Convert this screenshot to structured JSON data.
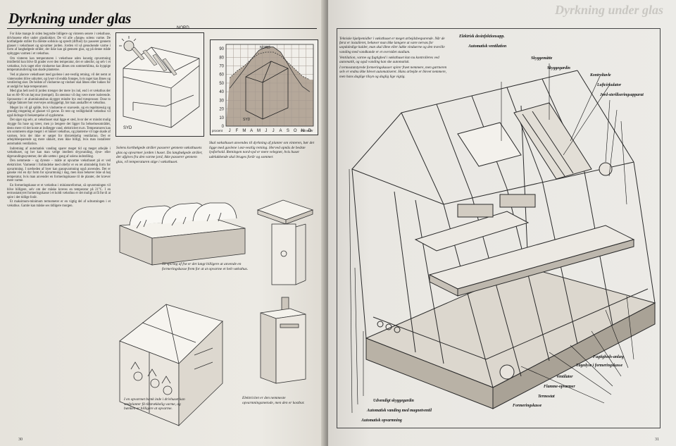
{
  "header": {
    "title": "Dyrkning under glas",
    "page_left": "30",
    "page_right": "31"
  },
  "body_text": [
    "For ikke mange år siden begyndte lidligere og vinteren senere i væksthuse, drivhusene eller under glasklokker. De vil alle «fange» solens varme. De kortbølgede stråler fra direkte sollskin og spredt (diffust) lys passerer gennem glasset i væksthuset og opvarmer jorden. Jorden vil så genudsende varme i form af langbølgede stråler, der ikke kan gå gennem glas, og på denne måde opbygges varmen i et væksthus.",
    "Om vinteren kan temperaturen i væksthuse uden kunstig opvarmning imidlertid kun blive få grader over den temperatur, der er udenfor, og selv i et væksthus, hvis taget eller vinduerne kan åbnes om sommerklima, da hyppige temperaturudsving kan skade planterne.",
    "Ved at placere væksthuset med gavlene i øst-vestlig retning, vil det nemt at vinterssolen blive udnyttet, og lyset vil endda forøges, hvis taget kan åbnes og ventilering sker. De bedste af vinduerne og vinduer skal åbnes eller lukkes for at undgå for høje temperaturer.",
    "Med glas helt ned til jorden trænger der mere lys ind, end i et væksthus der har en 60–90 cm høj mur (trempel). En stenmur vil dog være mere isolerende. Sprosserne i et aluminiumshus skygger mindre hys end træsprosser. Dose to vigtige faktorer bør overvejes omhyggeligt, før man anskaffer et væksthus.",
    "Meget lys vil gå spilde, hvis vinduerne er snavsede, og en regelmæssig og grundig rengøring af glasset vil gavne. Et rent og vedligeholdt væksthus vil også bidrage til bekæmpelse af sygdomme.",
    "Det siger sig selv, at væksthuset skal ligge et sted, hvor der er mindst mulig skygge fra huse og træer, men jo længere det ligger fra beboelsesområdet, desto mere vil det koste at indlægge vand, elektricitet m.m. Temperaturen kan om sommeren stige meget i et lukket væksthus, og planterne vil tage skade af varmen, hvis der ikke er sørget for tilstrækkelig ventilation. Det er arbejdsbesparende og mere sikkert, men ikke billigt, hvis man installerer automatisk ventilation.",
    "Indretning af automatisk vanding sparer meget tid og meget arbejde i væksthuset, og her kan man vælge imellem drypvanding, dyse- eller tågevandingssystemer, der alle sættes i gang af solens indstråling.",
    "Den nemmeste – og dyreste – måde at opvarme væksthuset på er ved elektricitet. Varmerør i forbindelse med oliefyr er en ret almindelig form for opvarmning. I nærheden af byer kan gasopvarmning også anvendes. Det er ganske vist en dyr form for opvarmning i dag, men man behøver ikke så høj temperatur, hvis man anvender en formeringskasse til de planter, der kræver mere varme.",
    "En formeringskasse er et væksthus i miniatureformat, så opvarmningen vil blive billigere, selv om der måske kræves en temperatur på 21°C. I en termostatstyret formeringskasse i et koldt væksthus er det muligt at få frø til at spire i det tidlige forår.",
    "Et maksimum-minimum termometer er en vigtig del af udrustningen i et væksthus. Gamle kan måske ses tidligere morgen."
  ],
  "figure1": {
    "label_north": "NORD",
    "label_south": "SYD",
    "caption": "Solens kortbølgede stråler passerer gennem væksthusets glas og opvarmer jorden i huset. Da langbølgede stråler, der afgives fra den varme jord, ikke passerer gennem glas, vil temperaturen stige i væksthuset."
  },
  "chart": {
    "north": "NORD",
    "south": "SYD",
    "y_caption": "procent",
    "x_caption": "måneder",
    "caption": "Skal væksthuset anvendes til dyrkning af planter om vinteren, bør det ligge med gavlene i øst-vestlig retning. Herved opnås de bedste lysforhold. Retningen nord-syd er mere velegnet, hvis huset udelukkende skal bruges forår og sommer."
  },
  "chart_data": {
    "type": "area",
    "categories": [
      "J",
      "F",
      "M",
      "A",
      "M",
      "J",
      "J",
      "A",
      "S",
      "O",
      "N",
      "D"
    ],
    "yticks": [
      0,
      10,
      20,
      30,
      40,
      50,
      60,
      70,
      80,
      90
    ],
    "ylim": [
      0,
      95
    ],
    "series": [
      {
        "name": "NORD",
        "values": [
          44,
          55,
          66,
          78,
          88,
          92,
          92,
          86,
          72,
          58,
          46,
          40
        ]
      },
      {
        "name": "SYD",
        "values": [
          56,
          64,
          70,
          78,
          84,
          86,
          86,
          82,
          74,
          66,
          58,
          54
        ]
      }
    ],
    "colors": {
      "fill": "#b5a89a",
      "grid": "#a49a90"
    }
  },
  "figure_propagator": {
    "caption": "Til spiring af frø er det langt billigere at anvende en formeringskasse frem for at at opvarme et helt væksthus."
  },
  "figure_cold_frame": {
    "caption": "I en opvarmet bænk inde i drivhuset kan småplanter få tilstrækkelig varme, og bænken er billigere at opvarme."
  },
  "figure_heater": {
    "caption": "Elektricitet er den nemmeste opvarmningsmetode, men den er kostbar."
  },
  "right_note": [
    "Tekniske hjælpemidler i væksthuset er meget arbejdsbesparende. Når de først er installeret, behøver man ikke længere at være nervøs for uopdaledige kulder, man skal åbne eller lukke vinduerne og den træville vanding med vandkande er et overstået stadium.",
    "Ventilation, varme og fugtighed i væksthuset kan nu kontrolleres ved automatik, og også vanding kan ske automatisk.",
    "I termostatstyrede formeringskasser spirer frøet nemmere, men gartneren selv er endnu ikke blevet automatiseret. Hans arbejde er blevet nemmere, men hans daglige tilsyn og daglig lige vigtig."
  ],
  "callouts": {
    "desinfektion": "Elektrisk desinfektionsapp.",
    "ventilation": "Automatisk ventilation",
    "skyggemaatte": "Skyggemåtte",
    "skyggegardin": "Skyggegardin",
    "kontroltavle": "Kontroltavle",
    "luftcirkulator": "Luftcirkulator",
    "jordsterilisering": "Jord-steriliseringsapparat",
    "fugtigheds": "Fugtigheds-anlæg",
    "taegedyse": "Tågedyse i formeringskasse",
    "ventilator": "Ventilator",
    "flamme": "Flamme-opvarmer",
    "termostat": "Termostat",
    "formeringskasse": "Formeringskasse",
    "udvendigt": "Udvendigt skyggegardin",
    "vanding": "Automatisk vanding med magnetventil",
    "opvarmning": "Automatisk opvarmning"
  }
}
